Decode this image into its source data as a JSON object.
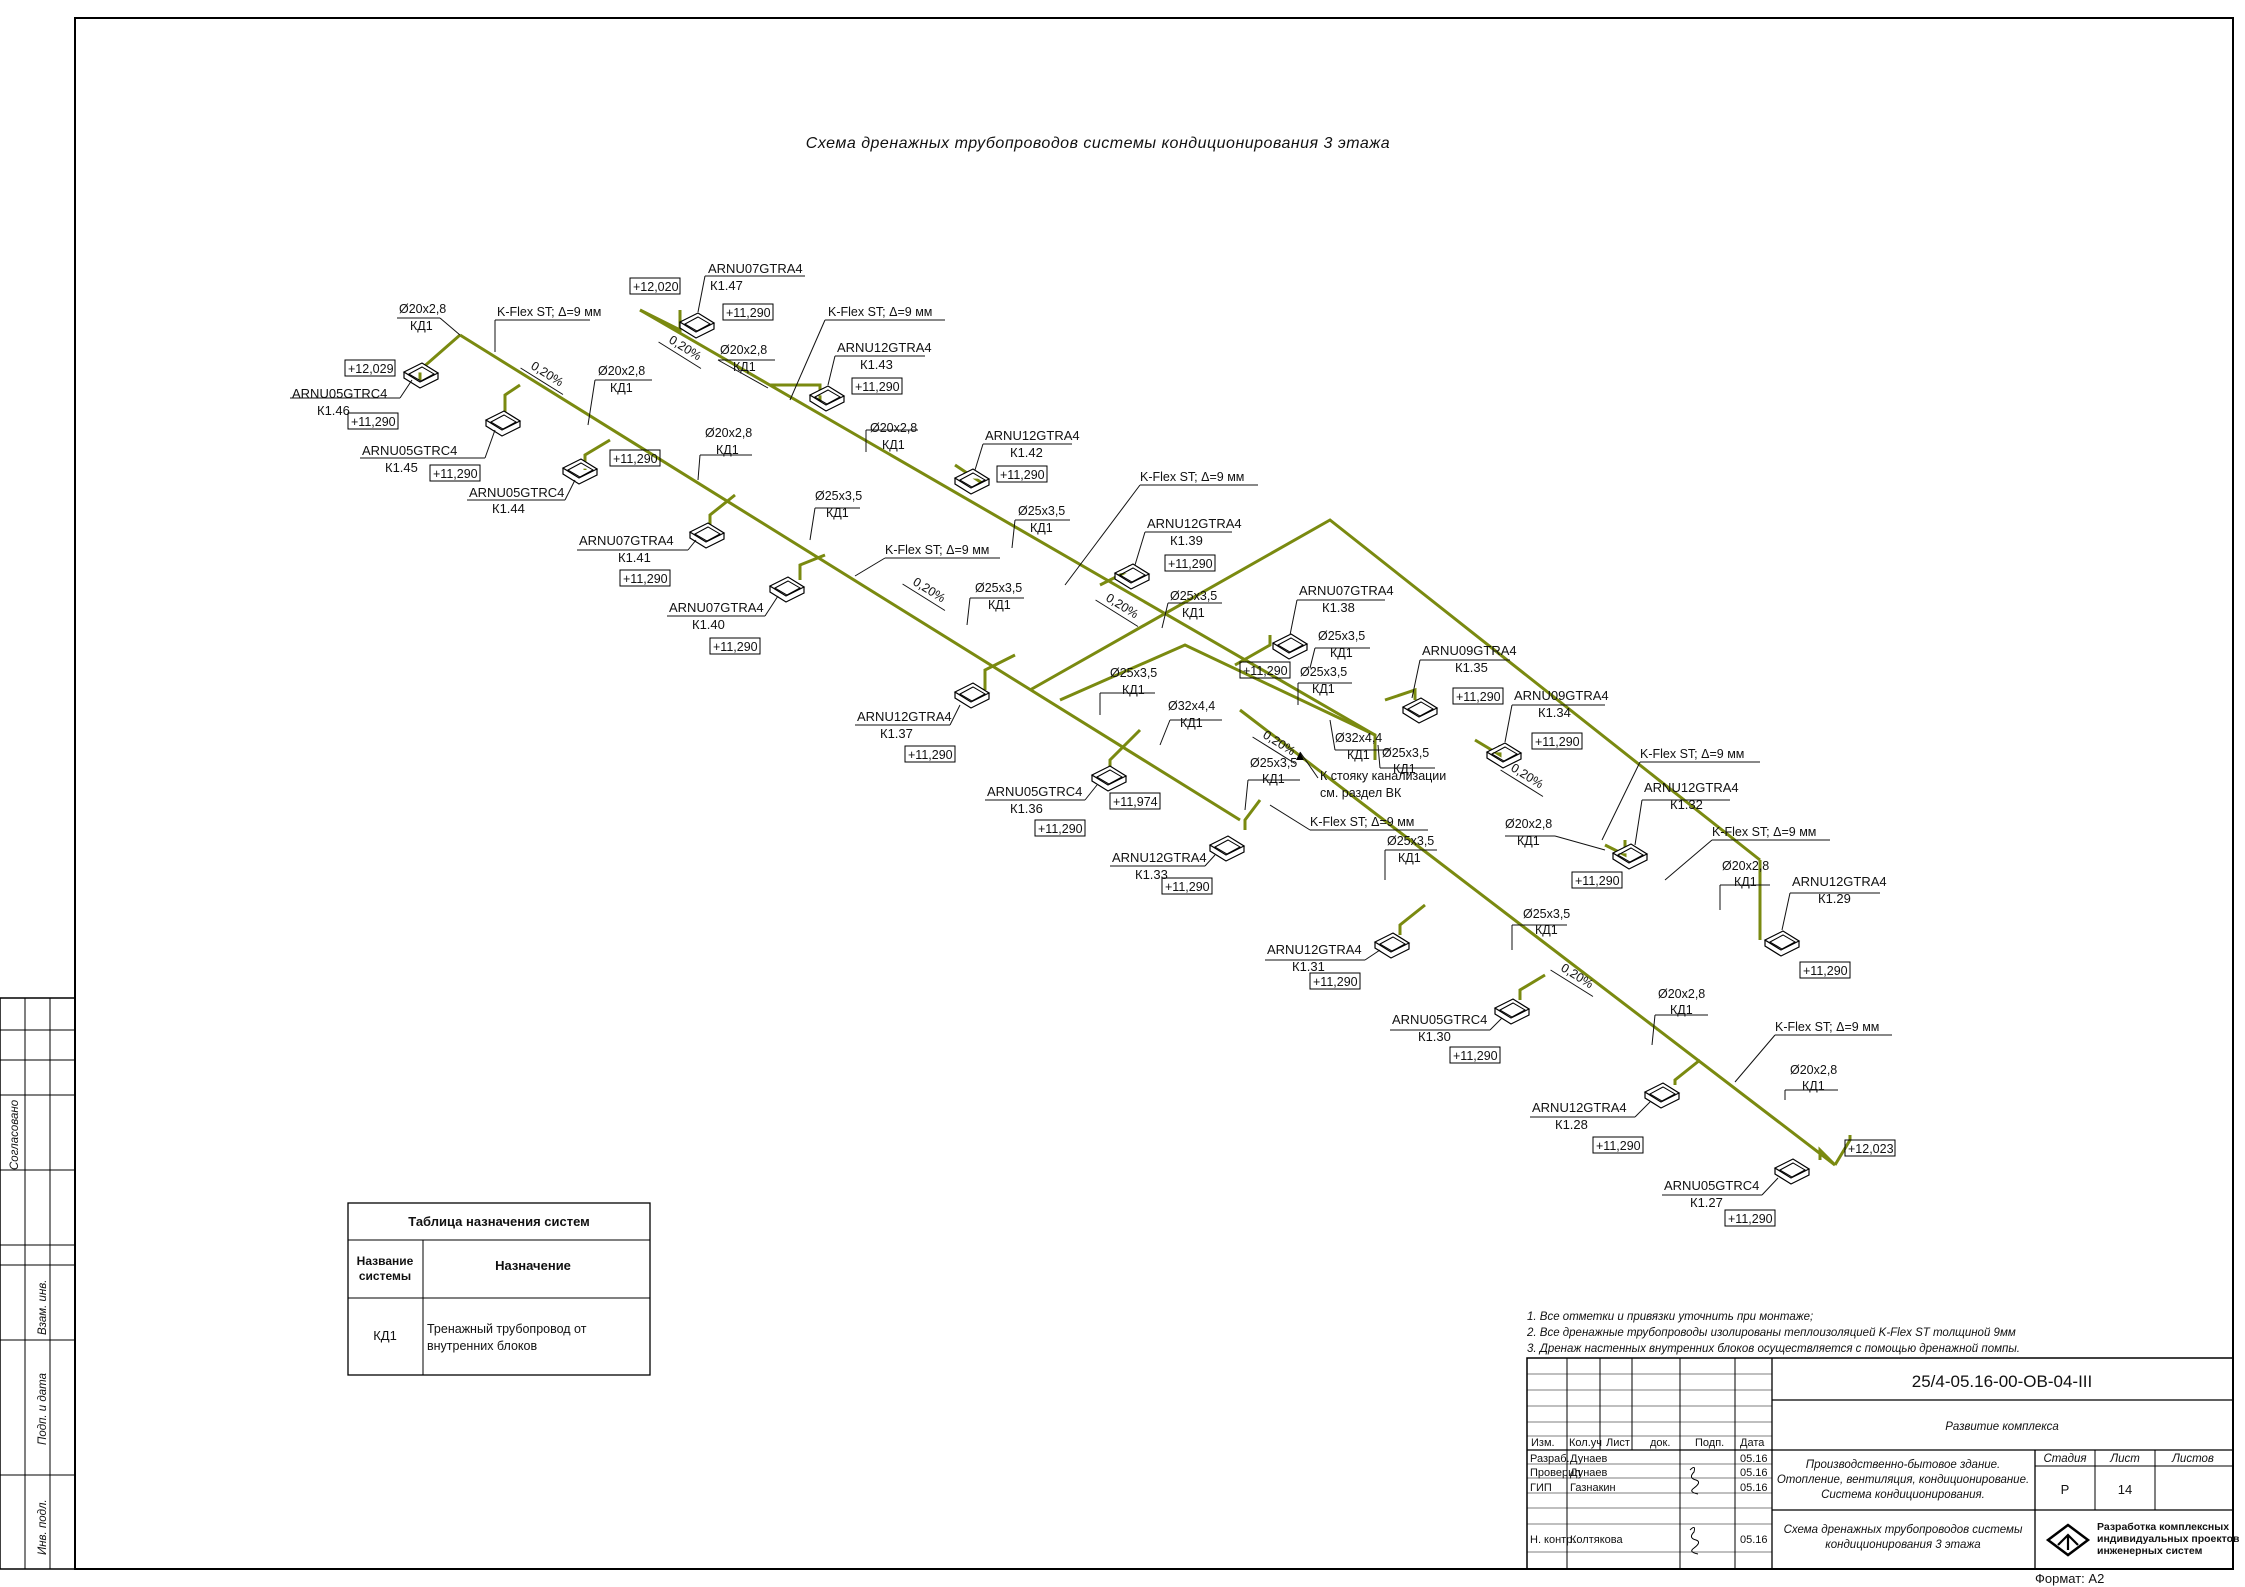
{
  "title": "Схема дренажных трубопроводов системы кондиционирования 3 этажа",
  "side_stamp": {
    "left_labels": [
      "Инв. подл.",
      "Подп. и дата",
      "Взам. инв.",
      "Согласовано"
    ]
  },
  "units": [
    {
      "model": "ARNU05GTRC4",
      "id": "К1.46",
      "elev": "+11,290"
    },
    {
      "model": "ARNU05GTRC4",
      "id": "К1.45",
      "elev": "+11,290"
    },
    {
      "model": "ARNU05GTRC4",
      "id": "К1.44",
      "elev": "+11,290"
    },
    {
      "model": "ARNU07GTRA4",
      "id": "К1.47",
      "elev": "+11,290"
    },
    {
      "model": "ARNU12GTRA4",
      "id": "К1.43",
      "elev": "+11,290"
    },
    {
      "model": "ARNU07GTRA4",
      "id": "К1.41",
      "elev": "+11,290"
    },
    {
      "model": "ARNU12GTRA4",
      "id": "К1.42",
      "elev": "+11,290"
    },
    {
      "model": "ARNU07GTRA4",
      "id": "К1.40",
      "elev": "+11,290"
    },
    {
      "model": "ARNU12GTRA4",
      "id": "К1.39",
      "elev": "+11,290"
    },
    {
      "model": "ARNU07GTRA4",
      "id": "К1.38",
      "elev": "+11,290"
    },
    {
      "model": "ARNU12GTRA4",
      "id": "К1.37",
      "elev": "+11,290"
    },
    {
      "model": "ARNU09GTRA4",
      "id": "К1.35",
      "elev": "+11,290"
    },
    {
      "model": "ARNU09GTRA4",
      "id": "К1.34",
      "elev": "+11,290"
    },
    {
      "model": "ARNU05GTRC4",
      "id": "К1.36",
      "elev": "+11,290"
    },
    {
      "model": "ARNU12GTRA4",
      "id": "К1.33",
      "elev": "+11,290"
    },
    {
      "model": "ARNU12GTRA4",
      "id": "К1.32",
      "elev": "+11,290"
    },
    {
      "model": "ARNU12GTRA4",
      "id": "К1.29",
      "elev": "+11,290"
    },
    {
      "model": "ARNU12GTRA4",
      "id": "К1.31",
      "elev": "+11,290"
    },
    {
      "model": "ARNU05GTRC4",
      "id": "К1.30",
      "elev": "+11,290"
    },
    {
      "model": "ARNU12GTRA4",
      "id": "К1.28",
      "elev": "+11,290"
    },
    {
      "model": "ARNU05GTRC4",
      "id": "К1.27",
      "elev": "+11,290"
    }
  ],
  "pipe_labels": {
    "d20": "Ø20x2,8",
    "d25": "Ø25x3,5",
    "d32": "Ø32x4,4",
    "sys": "КД1",
    "insul": "K-Flex ST; Δ=9 мм",
    "slope": "0,20%"
  },
  "extra_elev": {
    "e12029": "+12,029",
    "e12020": "+12,020",
    "e11974": "+11,974",
    "e12023": "+12,023"
  },
  "riser_note": [
    "К стояку канализации",
    "см. раздел ВК"
  ],
  "legend": {
    "title": "Таблица назначения систем",
    "col1": [
      "Название",
      "системы"
    ],
    "col2": "Назначение",
    "row_code": "КД1",
    "row_desc": [
      "Тренажный трубопровод от",
      "внутренних блоков"
    ]
  },
  "notes": [
    "1. Все отметки и привязки уточнить при монтаже;",
    "2. Все дренажные трубопроводы изолированы теплоизоляцией K-Flex ST толщиной 9мм",
    "3. Дренаж настенных внутренних блоков осуществляется с помощью дренажной помпы."
  ],
  "stamp": {
    "code": "25/4-05.16-00-ОВ-04-III",
    "project": "Развитие комплекса",
    "cols": [
      "Изм.",
      "Кол.уч",
      "Лист",
      "док.",
      "Подп.",
      "Дата"
    ],
    "rows": [
      {
        "role": "Разраб.",
        "name": "Дунаев",
        "date": "05.16"
      },
      {
        "role": "Проверил",
        "name": "Дунаев",
        "date": "05.16"
      },
      {
        "role": "ГИП",
        "name": "Газнакин",
        "date": "05.16"
      },
      {
        "role": "Н. контр.",
        "name": "Колтякова",
        "date": "05.16"
      }
    ],
    "building": [
      "Производственно-бытовое здание.",
      "Отопление, вентиляция, кондиционирование.",
      "Система кондиционирования."
    ],
    "sheet_title": [
      "Схема дренажных трубопроводов системы",
      "кондиционирования 3 этажа"
    ],
    "stage_h": "Стадия",
    "sheet_h": "Лист",
    "sheets_h": "Листов",
    "stage": "Р",
    "sheet": "14",
    "org": [
      "Разработка комплексных",
      "индивидуальных проектов",
      "инженерных систем"
    ],
    "format": "Формат:  А2"
  }
}
